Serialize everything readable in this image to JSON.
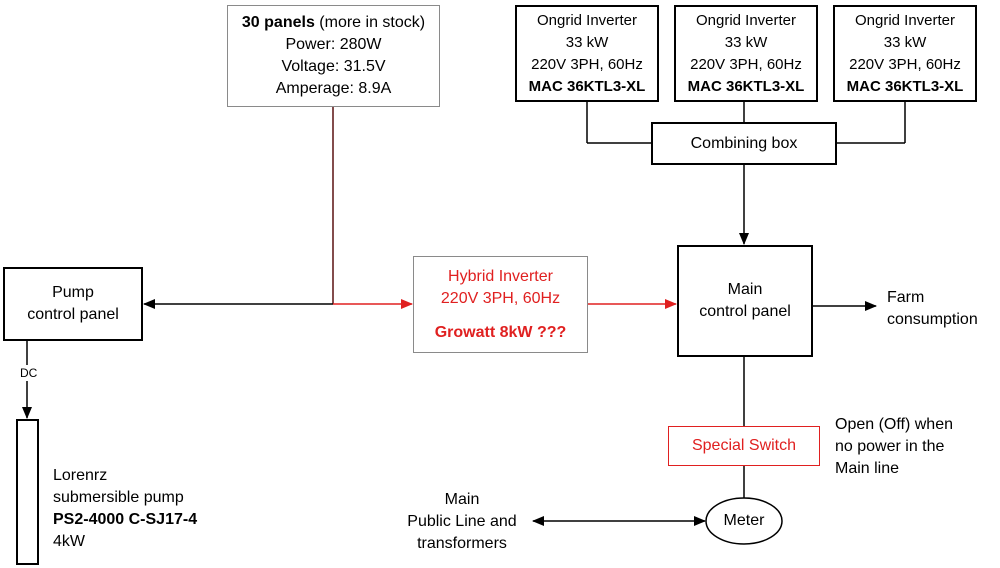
{
  "solar_panels": {
    "count_label": "30 panels",
    "stock_note": "(more in stock)",
    "power": "Power: 280W",
    "voltage": "Voltage: 31.5V",
    "amperage": "Amperage: 8.9A"
  },
  "inverters": [
    {
      "title": "Ongrid Inverter",
      "power": "33 kW",
      "spec": "220V 3PH, 60Hz",
      "model": "MAC 36KTL3-XL"
    },
    {
      "title": "Ongrid Inverter",
      "power": "33 kW",
      "spec": "220V 3PH, 60Hz",
      "model": "MAC 36KTL3-XL"
    },
    {
      "title": "Ongrid Inverter",
      "power": "33 kW",
      "spec": "220V 3PH, 60Hz",
      "model": "MAC 36KTL3-XL"
    }
  ],
  "combining_box": {
    "label": "Combining box"
  },
  "pump_panel": {
    "line1": "Pump",
    "line2": "control panel"
  },
  "dc_label": "DC",
  "pump": {
    "line1": "Lorenrz",
    "line2": "submersible pump",
    "model": "PS2-4000 C-SJ17-4",
    "power": "4kW"
  },
  "hybrid_inverter": {
    "line1": "Hybrid Inverter",
    "line2": "220V 3PH, 60Hz",
    "model": "Growatt 8kW ???"
  },
  "main_panel": {
    "line1": "Main",
    "line2": "control panel"
  },
  "farm": {
    "line1": "Farm",
    "line2": "consumption"
  },
  "special_switch": {
    "label": "Special Switch"
  },
  "switch_note": {
    "line1": "Open (Off) when",
    "line2": "no power in the",
    "line3": "Main line"
  },
  "meter": {
    "label": "Meter"
  },
  "public_line": {
    "line1": "Main",
    "line2": "Public Line and",
    "line3": "transformers"
  },
  "colors": {
    "line": "#000000",
    "accent_red": "#e02020",
    "panel_border_gray": "#8a8a8a",
    "solar_line": "#5a1010"
  }
}
